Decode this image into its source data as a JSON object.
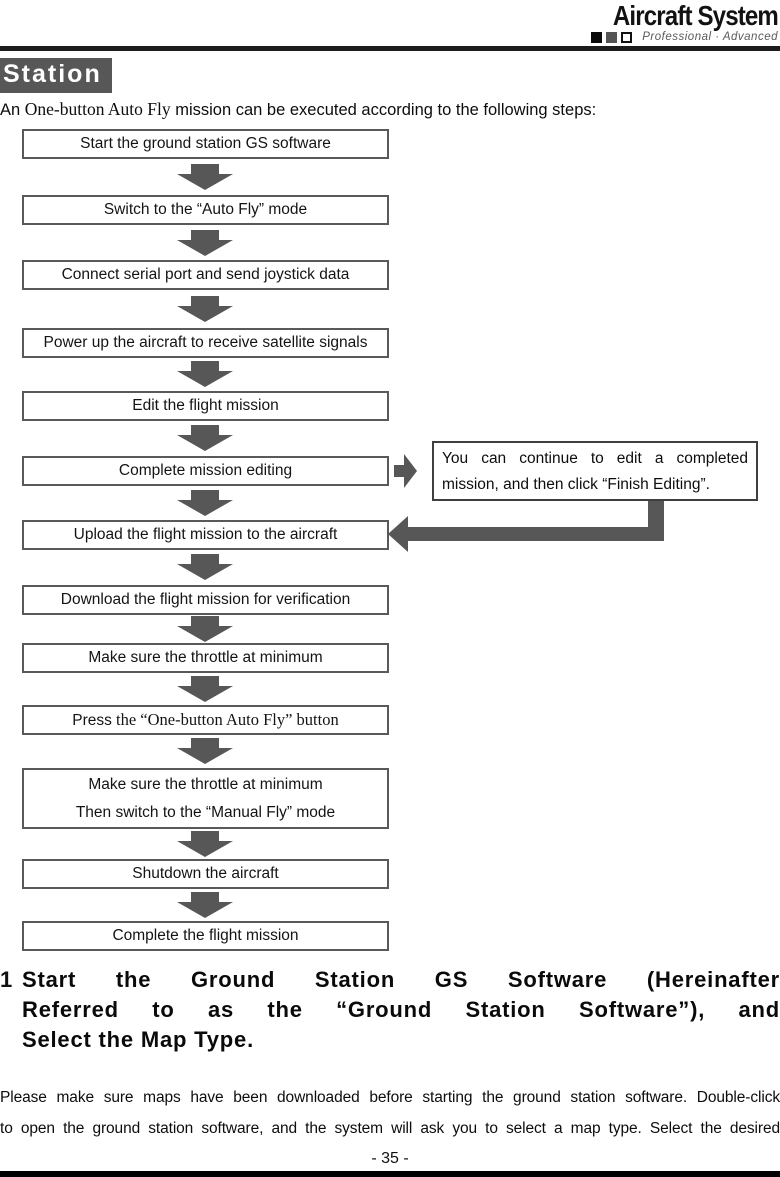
{
  "header": {
    "logo_title": "Aircraft System",
    "logo_subtitle": "Professional · Advanced"
  },
  "section": {
    "title": "Station"
  },
  "intro": {
    "prefix": "An ",
    "serif": "One-button Auto Fly",
    "suffix": " mission can be executed according to the following steps:"
  },
  "flow": {
    "steps": [
      {
        "label": "Start the ground station GS software"
      },
      {
        "label": "Switch to the “Auto Fly” mode"
      },
      {
        "label": "Connect serial port and send joystick data"
      },
      {
        "label": "Power up the aircraft to receive satellite signals"
      },
      {
        "label": "Edit the flight mission"
      },
      {
        "label": "Complete mission editing"
      },
      {
        "label": "Upload the flight mission to the aircraft"
      },
      {
        "label": "Download the flight mission for verification"
      },
      {
        "label": "Make sure the throttle at minimum"
      },
      {
        "press_sans": "Press",
        "press_serif": " the “One-button Auto Fly” button"
      },
      {
        "line1": "Make sure the throttle at minimum",
        "line2": "Then switch to the “Manual Fly” mode"
      },
      {
        "label": "Shutdown the aircraft"
      },
      {
        "label": "Complete the flight mission"
      }
    ],
    "note": {
      "line1": "You can continue to edit a completed",
      "line2": "mission, and then click “Finish Editing”."
    }
  },
  "heading": {
    "number": "1",
    "lines": [
      "Start the Ground Station GS Software (Hereinafter",
      "Referred to as the “Ground Station Software”), and",
      "Select the Map Type."
    ]
  },
  "paragraph": {
    "lines": [
      "Please make sure maps have been downloaded before starting the ground station software. Double-click",
      "to open the ground station software, and the system will ask you to select a map type. Select the desired"
    ]
  },
  "footer": {
    "page_number": "- 35 -"
  },
  "colors": {
    "accent_gray": "#575757",
    "border_gray": "#595959",
    "title_bg": "#575757"
  }
}
